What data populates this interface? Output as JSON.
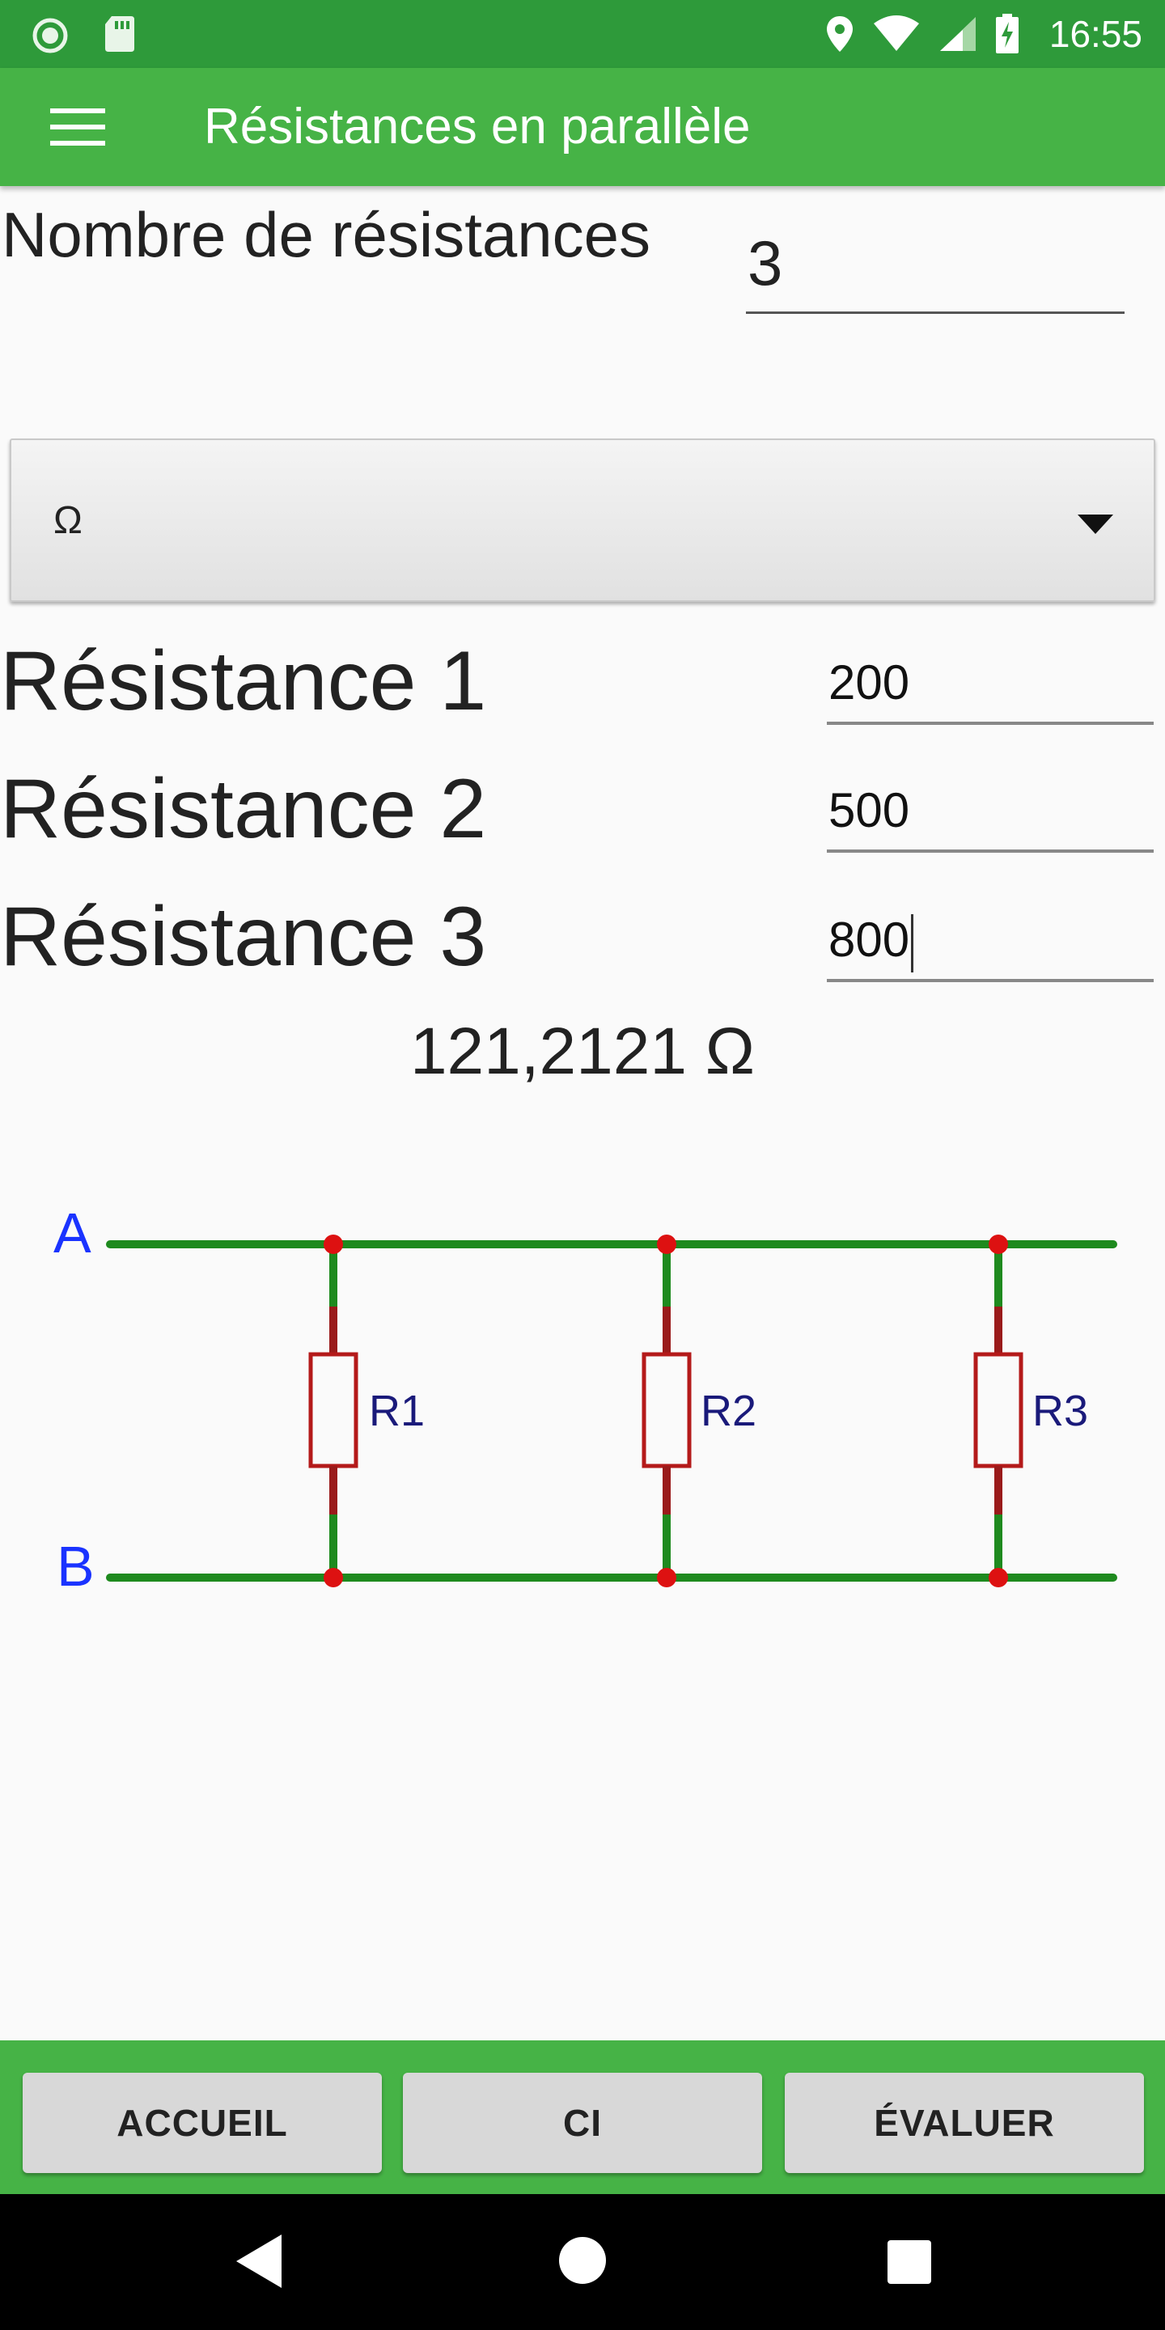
{
  "status_bar": {
    "time": "16:55",
    "left_icons": [
      "circle-indicator-icon",
      "sd-card-icon"
    ],
    "right_icons": [
      "location-icon",
      "wifi-icon",
      "signal-icon",
      "battery-charging-icon"
    ]
  },
  "app_bar": {
    "title": "Résistances en parallèle",
    "menu_icon": "hamburger-menu-icon"
  },
  "count": {
    "label": "Nombre de résistances",
    "value": "3"
  },
  "unit_select": {
    "selected": "Ω"
  },
  "resistances": [
    {
      "label": "Résistance 1",
      "value": "200"
    },
    {
      "label": "Résistance 2",
      "value": "500"
    },
    {
      "label": "Résistance 3",
      "value": "800"
    }
  ],
  "result": {
    "text": "121,2121 Ω"
  },
  "circuit": {
    "node_top": "A",
    "node_bottom": "B",
    "resistors": [
      "R1",
      "R2",
      "R3"
    ],
    "colors": {
      "wire": "#1e8a1e",
      "lead": "#9a1a1a",
      "node": "#dd1111",
      "label_node": "#1a33ff",
      "label_resistor": "#1a1a7a"
    }
  },
  "buttons": {
    "home": "ACCUEIL",
    "ci": "CI",
    "evaluate": "ÉVALUER"
  },
  "nav_bar": {
    "icons": [
      "back-icon",
      "home-icon",
      "recent-apps-icon"
    ]
  }
}
